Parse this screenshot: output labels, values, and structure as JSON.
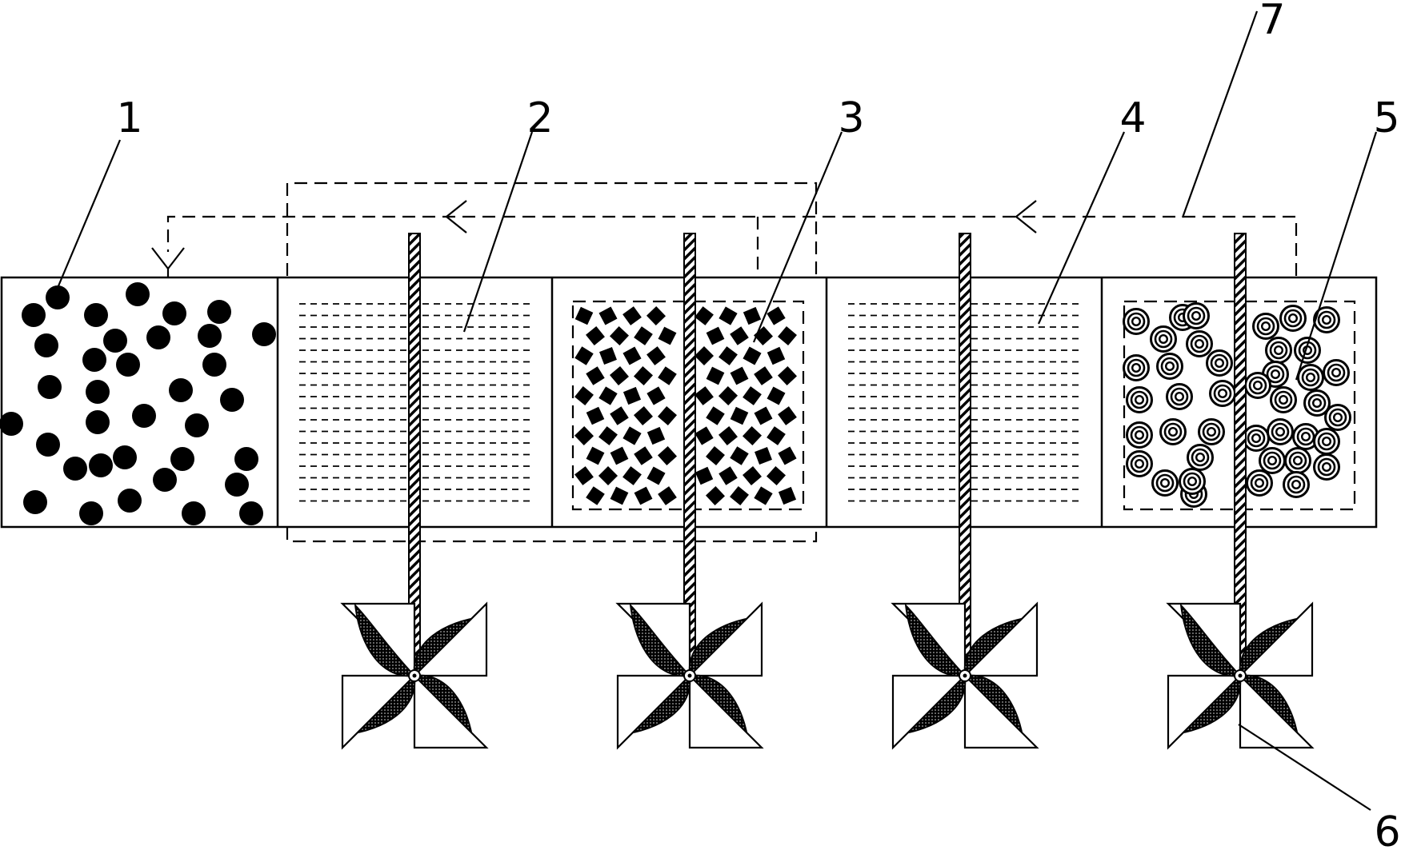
{
  "labels": [
    "1",
    "2",
    "3",
    "4",
    "5",
    "6",
    "7"
  ],
  "colors": {
    "ink": "#000000",
    "paper": "#ffffff"
  },
  "icons": [
    "paddle-impeller-icon",
    "arrow-left-icon",
    "arrow-down-icon"
  ]
}
